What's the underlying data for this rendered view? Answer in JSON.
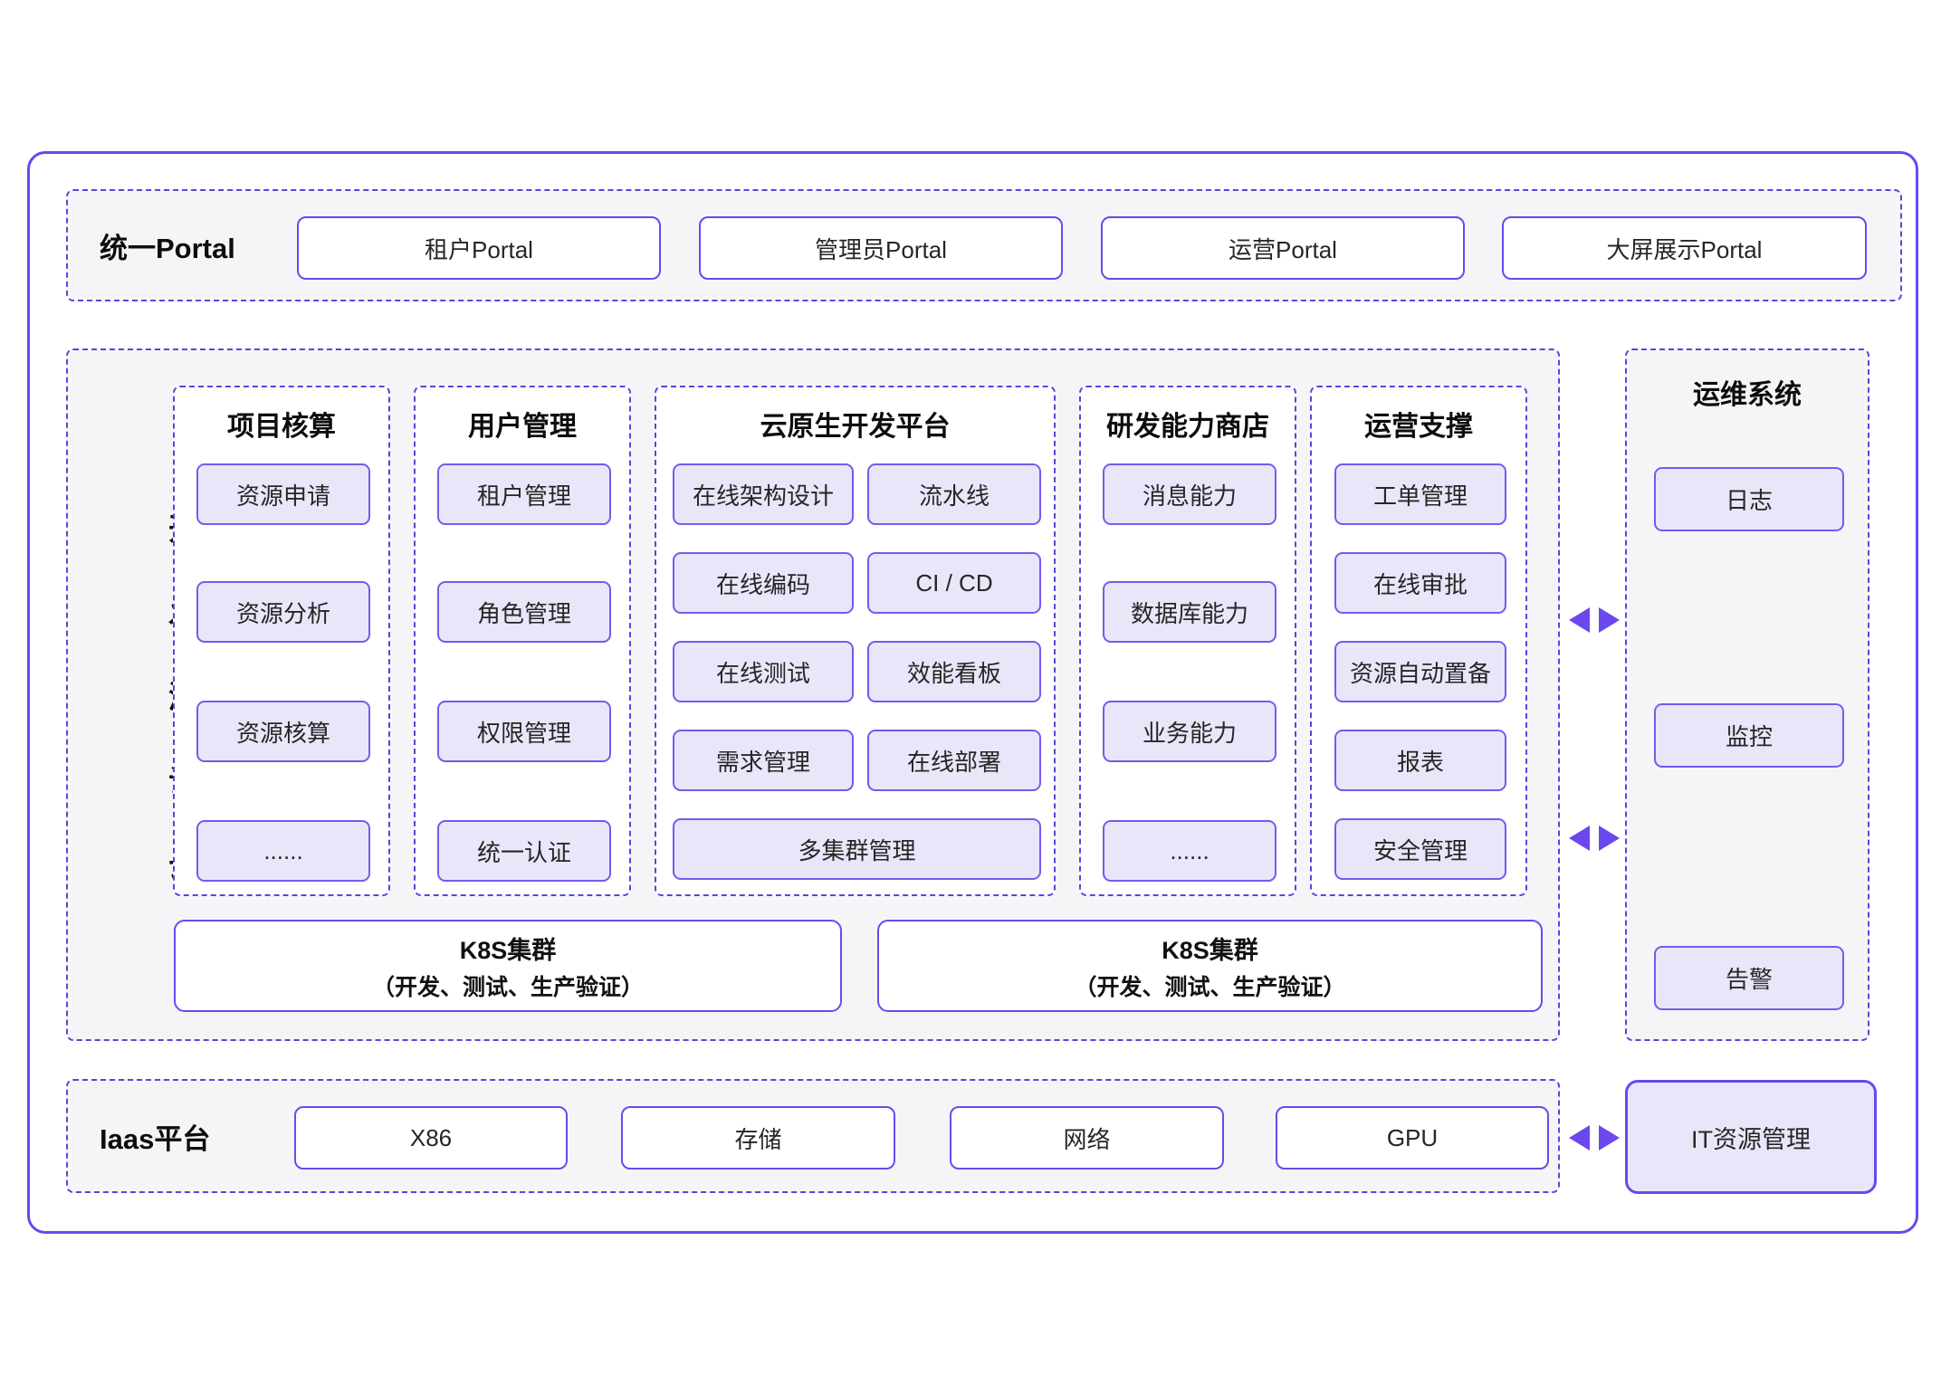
{
  "colors": {
    "accent_purple": "#6B48EE",
    "dashed_border": "#5646DC",
    "item_border": "#7A57EE",
    "item_fill": "#E9E6F9",
    "section_bg": "#F5F5F7",
    "text": "#1F1F1F"
  },
  "portal": {
    "label": "统一Portal",
    "boxes": [
      "租户Portal",
      "管理员Portal",
      "运营Portal",
      "大屏展示Portal"
    ]
  },
  "dev_cloud": {
    "vertical_label": "开发测试云",
    "vertical_label_chars": [
      "开",
      "发",
      "测",
      "试",
      "云"
    ],
    "columns": [
      {
        "title": "项目核算",
        "items": [
          "资源申请",
          "资源分析",
          "资源核算",
          "......"
        ]
      },
      {
        "title": "用户管理",
        "items": [
          "租户管理",
          "角色管理",
          "权限管理",
          "统一认证"
        ]
      },
      {
        "title": "云原生开发平台",
        "left_items": [
          "在线架构设计",
          "在线编码",
          "在线测试",
          "需求管理"
        ],
        "right_items": [
          "流水线",
          "CI / CD",
          "效能看板",
          "在线部署"
        ],
        "bottom_item": "多集群管理"
      },
      {
        "title": "研发能力商店",
        "items": [
          "消息能力",
          "数据库能力",
          "业务能力",
          "......"
        ]
      },
      {
        "title": "运营支撑",
        "items": [
          "工单管理",
          "在线审批",
          "资源自动置备",
          "报表",
          "安全管理"
        ]
      }
    ],
    "k8s": {
      "line1": "K8S集群",
      "line2": "（开发、测试、生产验证）"
    }
  },
  "ops": {
    "title": "运维系统",
    "items": [
      "日志",
      "监控",
      "告警"
    ]
  },
  "iaas": {
    "label": "Iaas平台",
    "boxes": [
      "X86",
      "存储",
      "网络",
      "GPU"
    ]
  },
  "it_management": {
    "label": "IT资源管理"
  }
}
